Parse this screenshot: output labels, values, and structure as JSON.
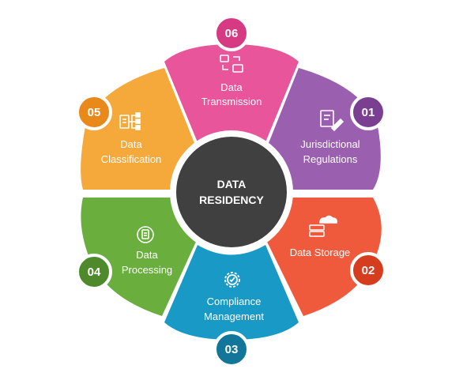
{
  "center": {
    "line1": "DATA",
    "line2": "RESIDENCY",
    "color": "#404040"
  },
  "segments": [
    {
      "number": "01",
      "line1": "Jurisdictional",
      "line2": "Regulations",
      "color": "#9B5FB0",
      "badge": "#7A3F90",
      "icon": "document-pen-icon"
    },
    {
      "number": "02",
      "line1": "Data Storage",
      "line2": "",
      "color": "#F05A3C",
      "badge": "#D63C1E",
      "icon": "server-cloud-icon"
    },
    {
      "number": "03",
      "line1": "Compliance",
      "line2": "Management",
      "color": "#1899C6",
      "badge": "#117699",
      "icon": "gear-check-icon"
    },
    {
      "number": "04",
      "line1": "Data",
      "line2": "Processing",
      "color": "#6AAE3E",
      "badge": "#4E8A2B",
      "icon": "refresh-document-icon"
    },
    {
      "number": "05",
      "line1": "Data",
      "line2": "Classification",
      "color": "#F5A93A",
      "badge": "#E8891A",
      "icon": "hierarchy-icon"
    },
    {
      "number": "06",
      "line1": "Data",
      "line2": "Transmission",
      "color": "#E8559A",
      "badge": "#D63A82",
      "icon": "network-transfer-icon"
    }
  ]
}
